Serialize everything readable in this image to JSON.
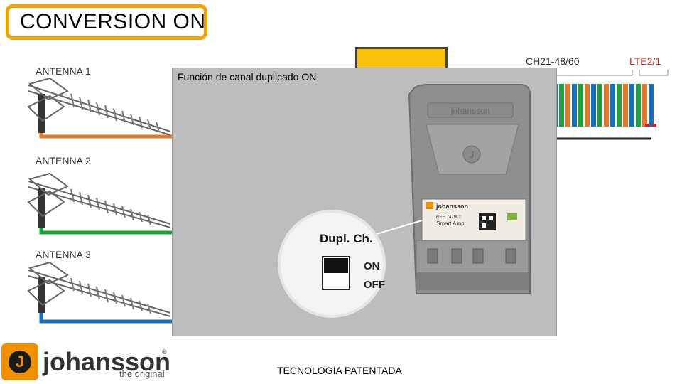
{
  "title": "CONVERSION ON",
  "antennas": [
    {
      "label": "ANTENNA 1",
      "cable_color": "#e07a2a"
    },
    {
      "label": "ANTENNA 2",
      "cable_color": "#20a040"
    },
    {
      "label": "ANTENNA 3",
      "cable_color": "#1a70b8"
    }
  ],
  "panel": {
    "label": "Función de canal duplicado ON",
    "device": {
      "brand": "johansson",
      "model": "REF. 7479L2",
      "product": "Smart Amp",
      "switch_title": "Dupl. Ch.",
      "switch_on": "ON",
      "switch_off": "OFF"
    }
  },
  "spectrum": {
    "ch_label": "CH21-48/60",
    "lte_label": "LTE2/1",
    "bar_colors": [
      "#1a70b8",
      "#20a040",
      "#e07a2a"
    ]
  },
  "footer": {
    "patent": "TECNOLOGÍA PATENTADA",
    "logo_text": "johansson",
    "logo_sub": "the original",
    "logo_reg": "®",
    "logo_letter": "J"
  },
  "colors": {
    "accent": "#f2a20c",
    "lte": "#d21e1e",
    "panel": "#bdbdbd"
  }
}
